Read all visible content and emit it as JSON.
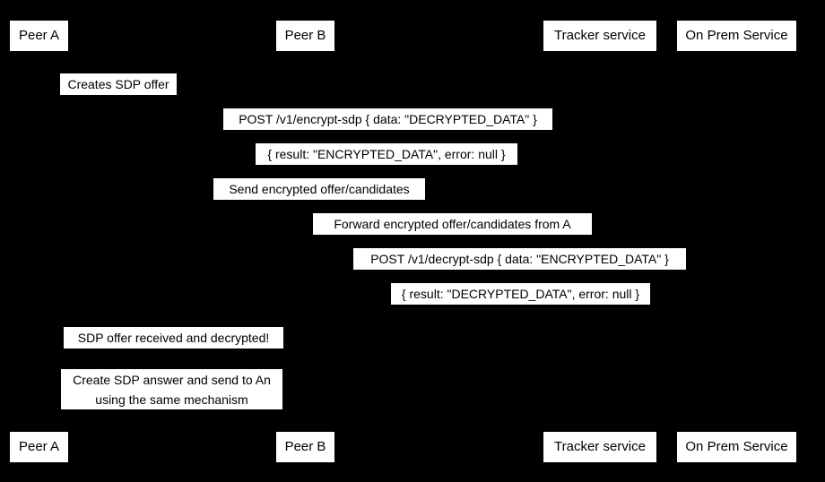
{
  "diagram": {
    "type": "sequence-diagram",
    "background_color": "#000000",
    "box_fill_color": "#ffffff",
    "text_color": "#000000",
    "participants": [
      {
        "id": "peer-a",
        "label": "Peer A"
      },
      {
        "id": "peer-b",
        "label": "Peer B"
      },
      {
        "id": "tracker-service",
        "label": "Tracker service"
      },
      {
        "id": "on-prem-service",
        "label": "On Prem Service"
      }
    ],
    "messages": [
      {
        "id": "creates-sdp-offer",
        "label": "Creates SDP offer"
      },
      {
        "id": "post-encrypt-sdp",
        "label": "POST /v1/encrypt-sdp { data: \"DECRYPTED_DATA\" }"
      },
      {
        "id": "encrypt-sdp-result",
        "label": "{ result: \"ENCRYPTED_DATA\", error: null }"
      },
      {
        "id": "send-encrypted-offer",
        "label": "Send encrypted offer/candidates"
      },
      {
        "id": "forward-encrypted-offer",
        "label": "Forward encrypted offer/candidates from A"
      },
      {
        "id": "post-decrypt-sdp",
        "label": "POST /v1/decrypt-sdp { data: \"ENCRYPTED_DATA\" }"
      },
      {
        "id": "decrypt-sdp-result",
        "label": "{ result: \"DECRYPTED_DATA\", error: null }"
      },
      {
        "id": "sdp-offer-received",
        "label": "SDP offer received and decrypted!"
      },
      {
        "id": "create-sdp-answer",
        "label_line1": "Create SDP answer and send to An",
        "label_line2": "using the same mechanism"
      }
    ]
  }
}
